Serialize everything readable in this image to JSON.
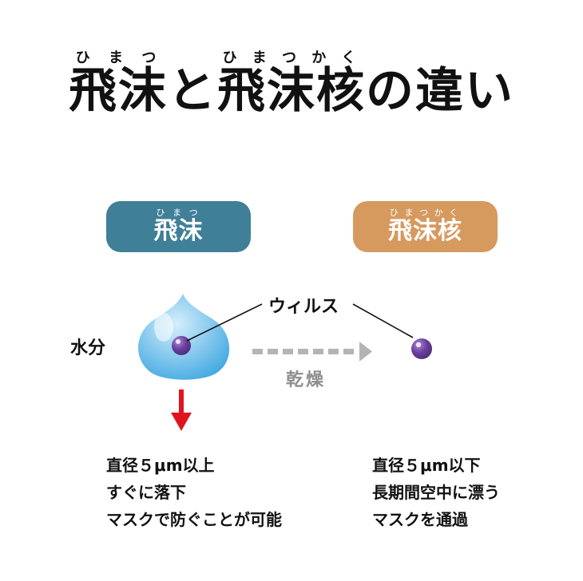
{
  "title": {
    "parts": [
      {
        "kanji": "飛沫",
        "ruby": "ひまつ"
      },
      {
        "plain": "と"
      },
      {
        "kanji": "飛沫核",
        "ruby": "ひまつかく"
      },
      {
        "plain": "の違い"
      }
    ]
  },
  "pill_droplet": {
    "label": "飛沫",
    "ruby": "ひまつ",
    "color": "#3f7f98"
  },
  "pill_nucleus": {
    "label": "飛沫核",
    "ruby": "ひまつかく",
    "color": "#d69a5f"
  },
  "virus_label": "ウィルス",
  "water_label": "水分",
  "dry_label": "乾燥",
  "colors": {
    "drop_light": "#d5eefb",
    "drop_dark": "#3da6e0",
    "virus": "#4b2a78",
    "arrow_down": "#e0141e",
    "arrow_dotted": "#b4b4b4"
  },
  "desc_droplet": [
    "直径５μm以上",
    "すぐに落下",
    "マスクで防ぐことが可能"
  ],
  "desc_nucleus": [
    "直径５μm以下",
    "長期間空中に漂う",
    "マスクを通過"
  ]
}
